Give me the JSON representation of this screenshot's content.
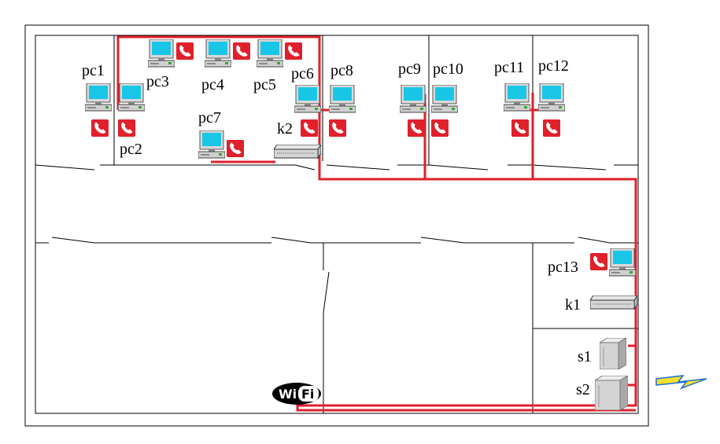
{
  "title": "",
  "computers": [
    {
      "id": "pc1",
      "label": "pc1"
    },
    {
      "id": "pc2",
      "label": "pc2"
    },
    {
      "id": "pc3",
      "label": "pc3"
    },
    {
      "id": "pc4",
      "label": "pc4"
    },
    {
      "id": "pc5",
      "label": "pc5"
    },
    {
      "id": "pc6",
      "label": "pc6"
    },
    {
      "id": "pc7",
      "label": "pc7"
    },
    {
      "id": "pc8",
      "label": "pc8"
    },
    {
      "id": "pc9",
      "label": "pc9"
    },
    {
      "id": "pc10",
      "label": "pc10"
    },
    {
      "id": "pc11",
      "label": "pc11"
    },
    {
      "id": "pc12",
      "label": "pc12"
    },
    {
      "id": "pc13",
      "label": "pc13"
    }
  ],
  "switches": [
    {
      "id": "k1",
      "label": "k1"
    },
    {
      "id": "k2",
      "label": "k2"
    }
  ],
  "servers": [
    {
      "id": "s1",
      "label": "s1"
    },
    {
      "id": "s2",
      "label": "s2"
    }
  ],
  "wifi_label": "Wi Fi",
  "wifi_parts": {
    "wi": "Wi",
    "fi": "Fi"
  },
  "colors": {
    "cable": "#e0202a",
    "wall": "#000000",
    "phone": "#e0202a",
    "screen": "#19c6e6",
    "lightning": "#1e6fd8"
  },
  "icons": [
    "computer-icon",
    "ip-phone-icon",
    "switch-icon",
    "server-icon",
    "wifi-logo-icon",
    "lightning-icon"
  ]
}
